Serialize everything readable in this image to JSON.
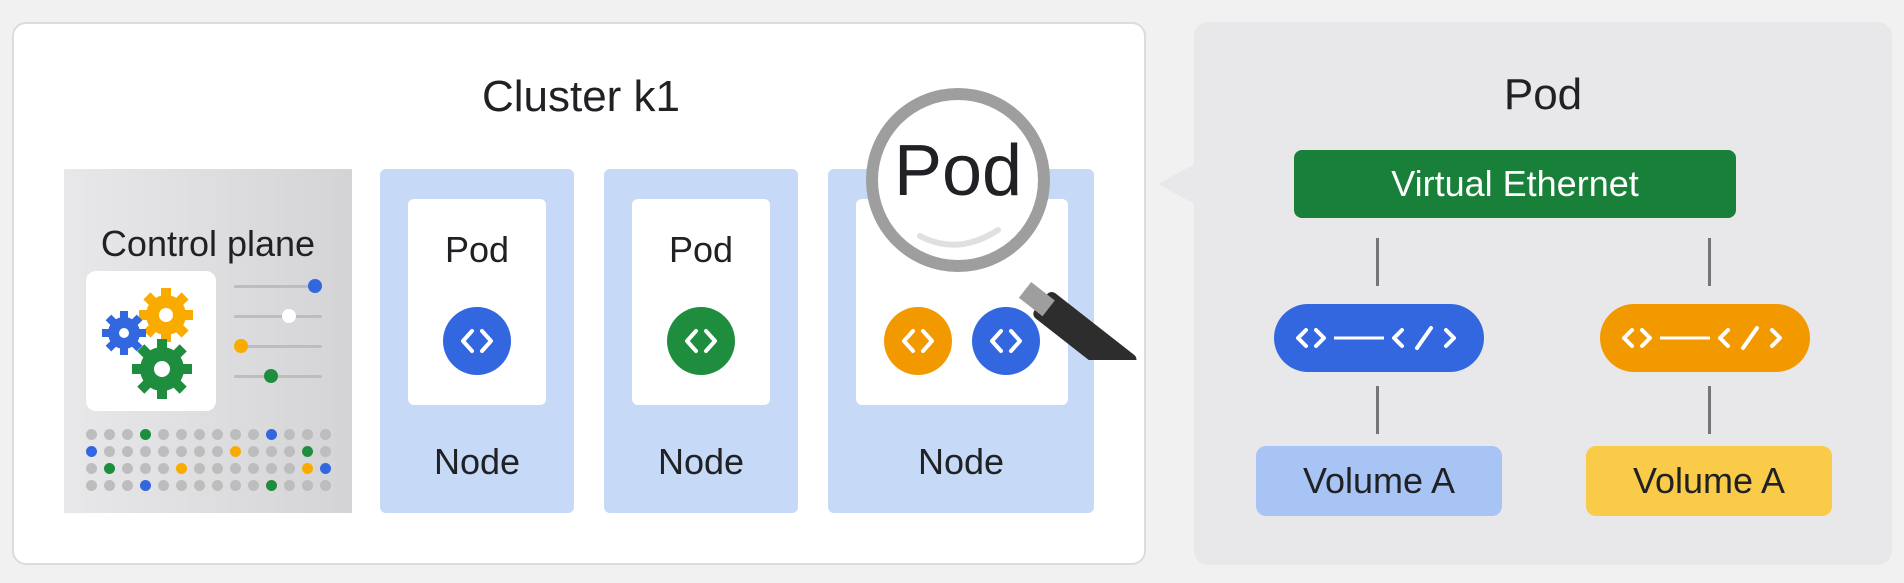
{
  "cluster": {
    "title": "Cluster k1",
    "control_plane_label": "Control plane",
    "nodes": [
      {
        "label": "Node",
        "pod_label": "Pod",
        "containers": [
          "blue"
        ]
      },
      {
        "label": "Node",
        "pod_label": "Pod",
        "containers": [
          "green"
        ]
      },
      {
        "label": "Node",
        "containers": [
          "orange",
          "blue"
        ]
      }
    ]
  },
  "magnifier": {
    "label": "Pod"
  },
  "pod_detail": {
    "title": "Pod",
    "network_label": "Virtual Ethernet",
    "containers": [
      {
        "color": "blue",
        "volume_label": "Volume A"
      },
      {
        "color": "orange",
        "volume_label": "Volume A"
      }
    ]
  },
  "colors": {
    "blue": "#3367e0",
    "green": "#1e8e3e",
    "orange": "#f29900",
    "node_bg": "#c6d9f6",
    "volume_blue": "#a8c4f4",
    "volume_yellow": "#f9cb48",
    "ethernet_green": "#188038"
  },
  "icons": [
    "gear-icon",
    "slider-icon",
    "code-icon",
    "magnifier-icon"
  ]
}
